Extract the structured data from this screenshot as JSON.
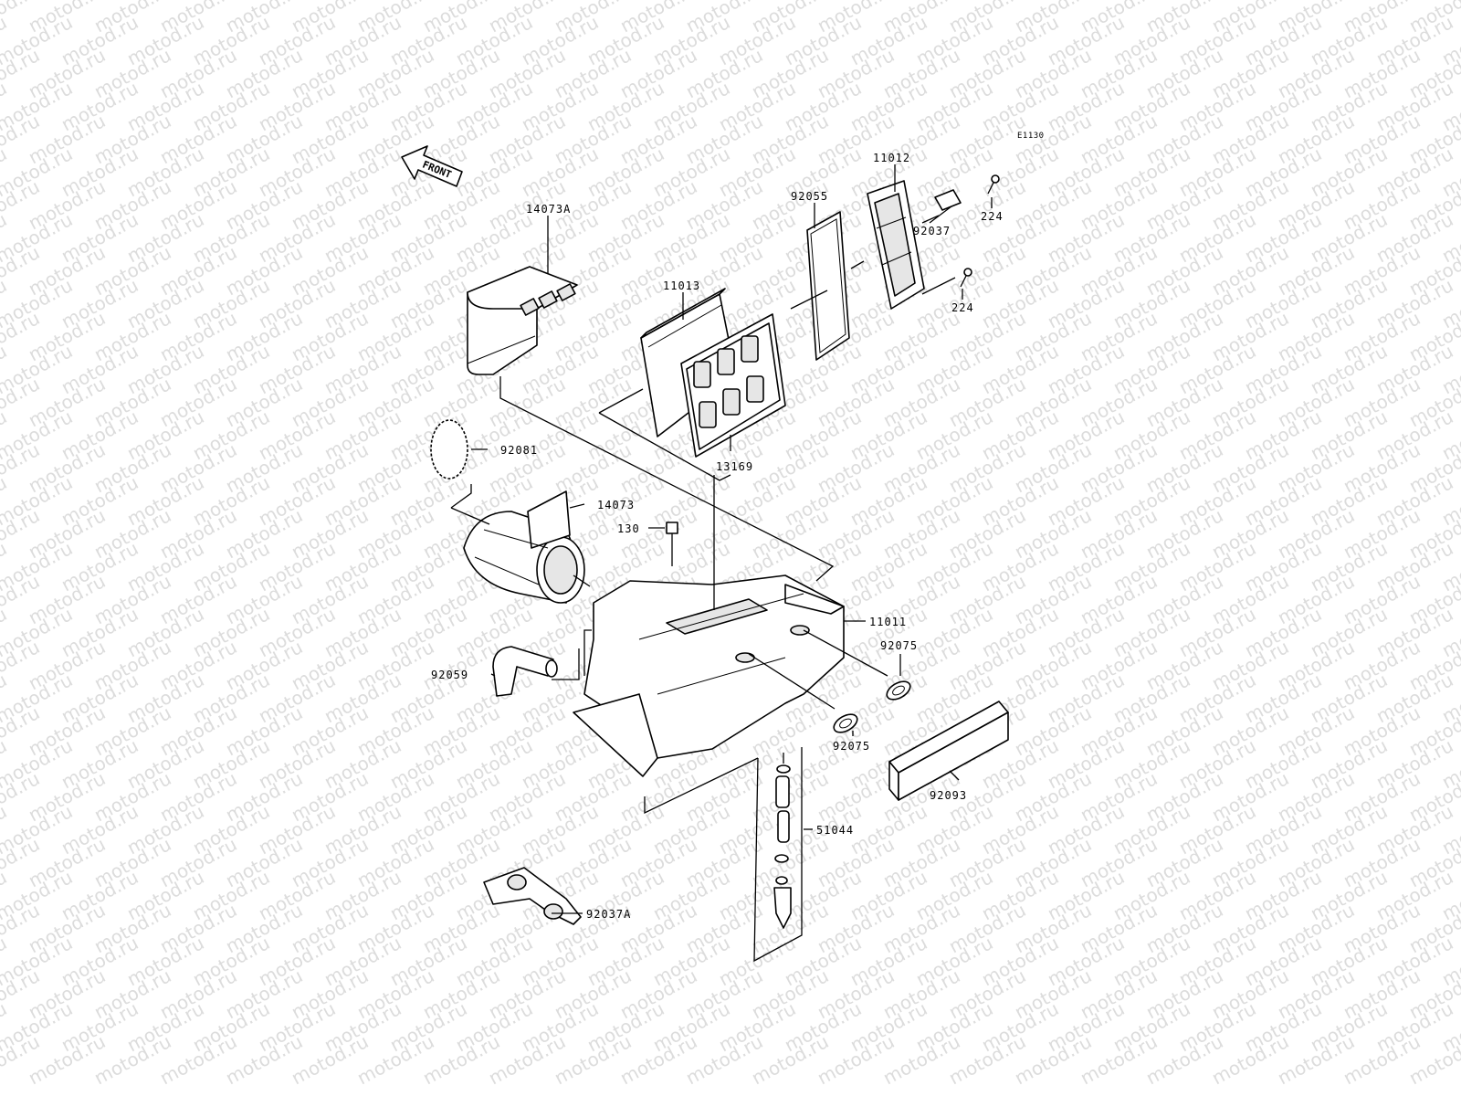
{
  "watermark": "motod.ru",
  "diagram_code": "E1130",
  "front_arrow_label": "FRONT",
  "labels": {
    "p14073A": "14073A",
    "p11013": "11013",
    "p92055": "92055",
    "p11012": "11012",
    "p92037": "92037",
    "p224a": "224",
    "p224b": "224",
    "p13169": "13169",
    "p92081": "92081",
    "p14073": "14073",
    "p130": "130",
    "p11011": "11011",
    "p92075a": "92075",
    "p92059": "92059",
    "p92075b": "92075",
    "p92093": "92093",
    "p51044": "51044",
    "p92037A": "92037A"
  }
}
